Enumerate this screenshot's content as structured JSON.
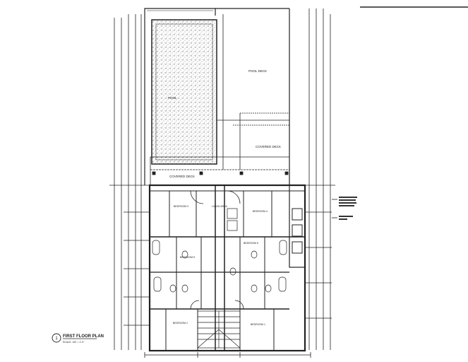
{
  "drawing": {
    "title": "FIRST FLOOR PLAN",
    "callout_number": "1",
    "scale_note": "SCALE: 1/8\" = 1'-0\""
  },
  "labels": {
    "pool": "POOL",
    "pool_deck": "POOL DECK",
    "covered_deck_upper": "COVERED DECK",
    "covered_deck_lower": "COVERED DECK",
    "bedroom_top_left": "BEDROOM 3",
    "living_area": "LIVING AREA",
    "bedroom_top_right": "BEDROOM 4",
    "bedroom_mid_left": "BEDROOM 5",
    "bedroom_mid_right": "BEDROOM 6",
    "bedroom_bottom_left": "BEDROOM 2",
    "bedroom_bottom_right": "BEDROOM 1"
  },
  "colors": {
    "ink": "#222222",
    "paper": "#ffffff",
    "stipple": "#9a9a9a"
  }
}
